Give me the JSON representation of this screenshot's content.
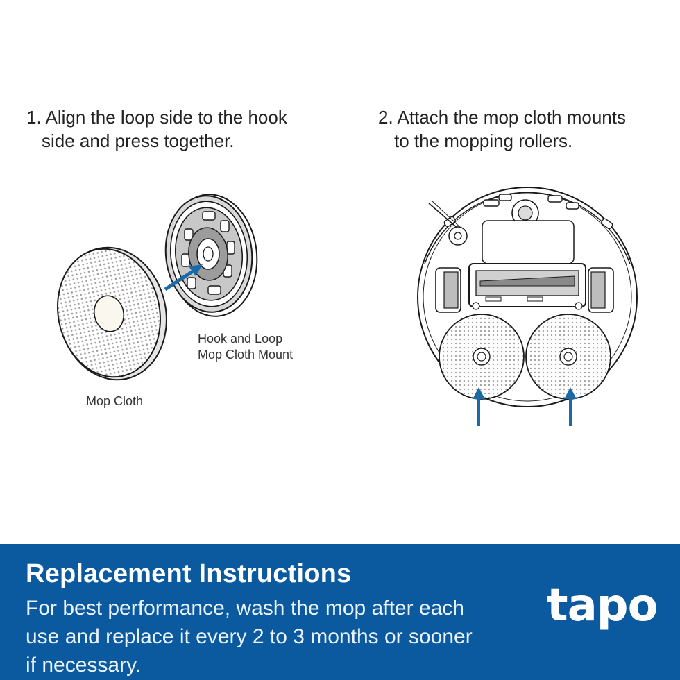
{
  "step1": {
    "number": "1.",
    "line1": "Align the loop side to the hook",
    "line2": "side and press together."
  },
  "step2": {
    "number": "2.",
    "line1": "Attach the mop cloth mounts",
    "line2": "to the mopping rollers."
  },
  "labels": {
    "mount_line1": "Hook and Loop",
    "mount_line2": "Mop Cloth Mount",
    "cloth": "Mop Cloth"
  },
  "footer": {
    "title": "Replacement Instructions",
    "body_line1": "For best performance, wash the mop after each",
    "body_line2": "use and replace it every 2 to 3 months or sooner",
    "body_line3": "if necessary.",
    "logo": "tapo",
    "background_color": "#0b5aa0"
  },
  "colors": {
    "arrow": "#1a6aa8",
    "line": "#1a1a1a"
  }
}
